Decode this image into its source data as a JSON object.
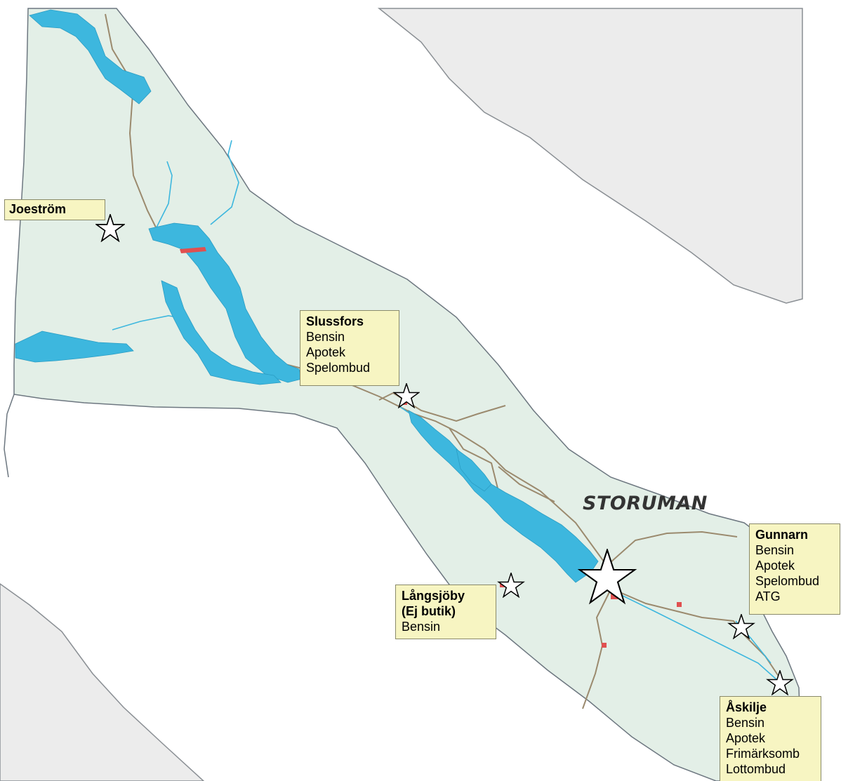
{
  "map": {
    "region_name": "STORUMAN",
    "colors": {
      "land": "#e3efe7",
      "outside": "#ffffff",
      "neighbor": "#ececec",
      "border": "#6d7780",
      "water": "#3db7de",
      "road": "#9b8a6e",
      "label_bg": "#f7f5c2"
    }
  },
  "places": [
    {
      "id": "joestrom",
      "name": "Joeström",
      "services": []
    },
    {
      "id": "slussfors",
      "name": "Slussfors",
      "services": [
        "Bensin",
        "Apotek",
        "Spelombud"
      ]
    },
    {
      "id": "langsjoby",
      "name": "Långsjöby",
      "name2": "(Ej butik)",
      "services": [
        "Bensin"
      ]
    },
    {
      "id": "gunnarn",
      "name": "Gunnarn",
      "services": [
        "Bensin",
        "Apotek",
        "Spelombud",
        "ATG"
      ]
    },
    {
      "id": "askilje",
      "name": "Åskilje",
      "services": [
        "Bensin",
        "Apotek",
        "Frimärksomb",
        "Lottombud"
      ]
    }
  ],
  "icons": {
    "small_star": "star-icon",
    "big_star": "star-icon"
  }
}
